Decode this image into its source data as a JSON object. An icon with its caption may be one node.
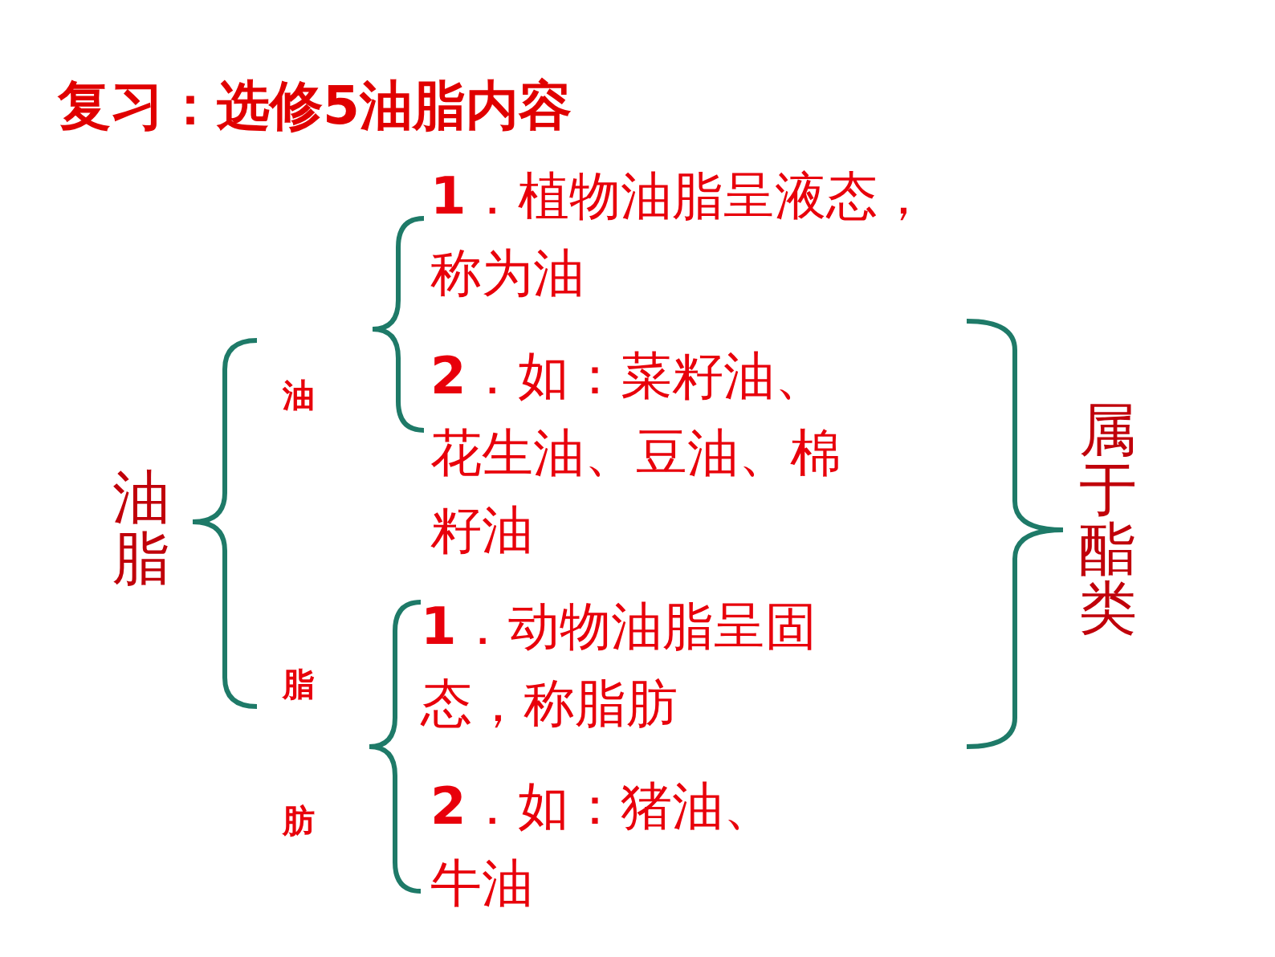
{
  "diagram": {
    "title": "复习：选修5油脂内容",
    "labels": [
      "油脂",
      "油",
      "**1**．植物油脂呈液态，称为油",
      "**2**．如：菜籽油、花生油、豆油、棉籽油",
      "脂肪",
      "**1**．动物油脂呈固态，称脂肪",
      "**2**．如：猪油、牛油",
      "属于酯类"
    ]
  }
}
